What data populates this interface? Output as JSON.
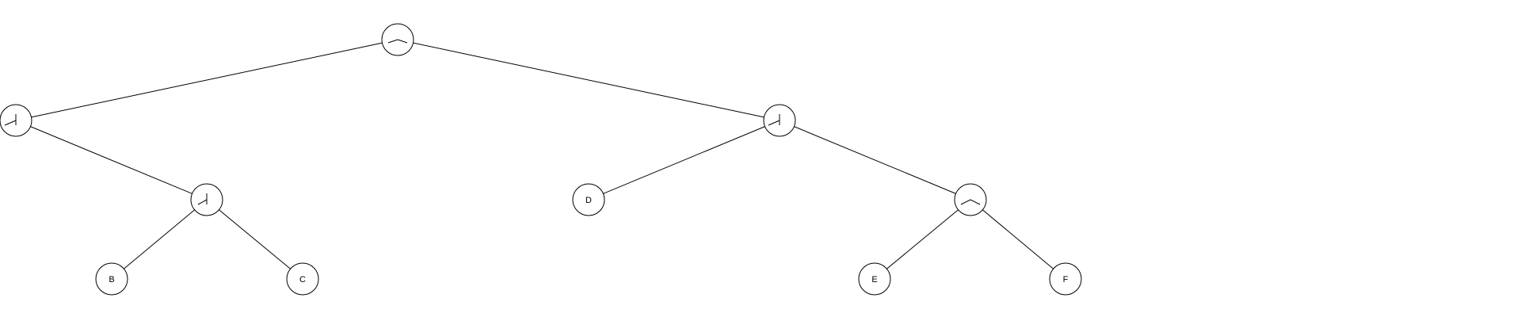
{
  "tree": {
    "nodes": [
      {
        "id": "root",
        "label": ""
      },
      {
        "id": "n1",
        "label": ""
      },
      {
        "id": "n2",
        "label": ""
      },
      {
        "id": "n3",
        "label": ""
      },
      {
        "id": "n4",
        "label": ""
      },
      {
        "id": "B",
        "label": "B"
      },
      {
        "id": "C",
        "label": "C"
      },
      {
        "id": "D",
        "label": "D"
      },
      {
        "id": "E",
        "label": "E"
      },
      {
        "id": "F",
        "label": "F"
      }
    ],
    "edges": [
      [
        "root",
        "n1"
      ],
      [
        "root",
        "n2"
      ],
      [
        "n1",
        "n3"
      ],
      [
        "n3",
        "B"
      ],
      [
        "n3",
        "C"
      ],
      [
        "n2",
        "D"
      ],
      [
        "n2",
        "n4"
      ],
      [
        "n4",
        "E"
      ],
      [
        "n4",
        "F"
      ]
    ]
  },
  "colors": {
    "line": "#000000",
    "node_fill": "#ffffff",
    "background": "#ffffff"
  }
}
